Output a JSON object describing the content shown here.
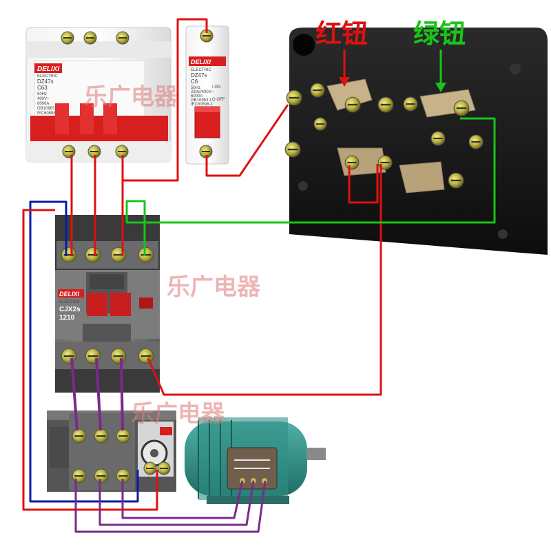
{
  "labels": {
    "red_button": "红钮",
    "green_button": "绿钮",
    "watermark": "乐广电器"
  },
  "breaker_3p": {
    "brand": "DELIXI",
    "brand_sub": "ELECTRIC",
    "model": "DZ47s",
    "rating": "C63",
    "spec_lines": [
      "50Hz",
      "400V~",
      "6000A",
      "GB10963.1",
      "IEC60898-1"
    ]
  },
  "breaker_1p": {
    "brand": "DELIXI",
    "brand_sub": "ELECTRIC",
    "model": "DZ47s",
    "rating": "C6",
    "spec_lines": [
      "50Hz",
      "230V/400V~",
      "6000A",
      "GB10963.1",
      "IEC60898-1"
    ],
    "on_text": "I ON",
    "off_text": "O OFF"
  },
  "contactor": {
    "brand": "DELIXI",
    "brand_sub": "ELECTRIC",
    "model": "CJX2s",
    "number": "1210"
  },
  "colors": {
    "wire_red": "#e01010",
    "wire_green": "#19c419",
    "wire_blue": "#0a1aa0",
    "wire_purple": "#7a2a8a",
    "label_red": "#e01010",
    "label_green": "#19c419",
    "brand_red": "#d81e1e",
    "motor_teal": "#2f8f86"
  },
  "icons": {
    "terminal": "screw-terminal-icon",
    "red_arrow": "arrow-down-icon",
    "green_arrow": "arrow-down-icon"
  }
}
